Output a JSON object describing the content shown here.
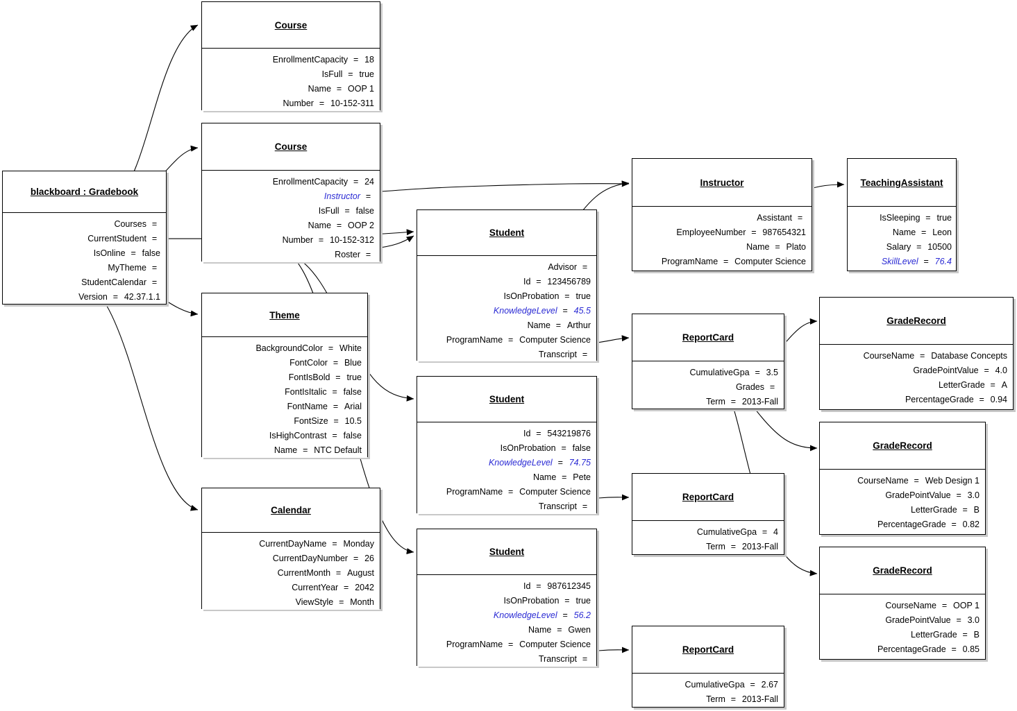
{
  "diagram": {
    "kind": "uml-object-diagram",
    "title_visible": false,
    "colors": {
      "box_border": "#000000",
      "box_fill": "#ffffff",
      "shadow": "#c8c8c8",
      "text": "#000000",
      "derived_member": "#2b2bd4",
      "connector": "#000000"
    }
  },
  "objects": [
    {
      "id": "gradebook",
      "name": "blackboard : Gradebook",
      "slots": [
        {
          "name": "Courses",
          "value": "",
          "link": true,
          "derived": false
        },
        {
          "name": "CurrentStudent",
          "value": "",
          "link": true,
          "derived": false
        },
        {
          "name": "IsOnline",
          "value": "false",
          "link": false,
          "derived": false
        },
        {
          "name": "MyTheme",
          "value": "",
          "link": true,
          "derived": false
        },
        {
          "name": "StudentCalendar",
          "value": "",
          "link": true,
          "derived": false
        },
        {
          "name": "Version",
          "value": "42.37.1.1",
          "link": false,
          "derived": false
        }
      ]
    },
    {
      "id": "course1",
      "name": "Course",
      "slots": [
        {
          "name": "EnrollmentCapacity",
          "value": "18",
          "link": false,
          "derived": false
        },
        {
          "name": "IsFull",
          "value": "true",
          "link": false,
          "derived": false
        },
        {
          "name": "Name",
          "value": "OOP 1",
          "link": false,
          "derived": false
        },
        {
          "name": "Number",
          "value": "10-152-311",
          "link": false,
          "derived": false
        }
      ]
    },
    {
      "id": "course2",
      "name": "Course",
      "slots": [
        {
          "name": "EnrollmentCapacity",
          "value": "24",
          "link": false,
          "derived": false
        },
        {
          "name": "Instructor",
          "value": "",
          "link": true,
          "derived": true
        },
        {
          "name": "IsFull",
          "value": "false",
          "link": false,
          "derived": false
        },
        {
          "name": "Name",
          "value": "OOP 2",
          "link": false,
          "derived": false
        },
        {
          "name": "Number",
          "value": "10-152-312",
          "link": false,
          "derived": false
        },
        {
          "name": "Roster",
          "value": "",
          "link": true,
          "derived": false
        }
      ]
    },
    {
      "id": "theme",
      "name": "Theme",
      "slots": [
        {
          "name": "BackgroundColor",
          "value": "White",
          "link": false,
          "derived": false
        },
        {
          "name": "FontColor",
          "value": "Blue",
          "link": false,
          "derived": false
        },
        {
          "name": "FontIsBold",
          "value": "true",
          "link": false,
          "derived": false
        },
        {
          "name": "FontIsItalic",
          "value": "false",
          "link": false,
          "derived": false
        },
        {
          "name": "FontName",
          "value": "Arial",
          "link": false,
          "derived": false
        },
        {
          "name": "FontSize",
          "value": "10.5",
          "link": false,
          "derived": false
        },
        {
          "name": "IsHighContrast",
          "value": "false",
          "link": false,
          "derived": false
        },
        {
          "name": "Name",
          "value": "NTC Default",
          "link": false,
          "derived": false
        }
      ]
    },
    {
      "id": "calendar",
      "name": "Calendar",
      "slots": [
        {
          "name": "CurrentDayName",
          "value": "Monday",
          "link": false,
          "derived": false
        },
        {
          "name": "CurrentDayNumber",
          "value": "26",
          "link": false,
          "derived": false
        },
        {
          "name": "CurrentMonth",
          "value": "August",
          "link": false,
          "derived": false
        },
        {
          "name": "CurrentYear",
          "value": "2042",
          "link": false,
          "derived": false
        },
        {
          "name": "ViewStyle",
          "value": "Month",
          "link": false,
          "derived": false
        }
      ]
    },
    {
      "id": "student1",
      "name": "Student",
      "slots": [
        {
          "name": "Advisor",
          "value": "",
          "link": true,
          "derived": false
        },
        {
          "name": "Id",
          "value": "123456789",
          "link": false,
          "derived": false
        },
        {
          "name": "IsOnProbation",
          "value": "true",
          "link": false,
          "derived": false
        },
        {
          "name": "KnowledgeLevel",
          "value": "45.5",
          "link": false,
          "derived": true
        },
        {
          "name": "Name",
          "value": "Arthur",
          "link": false,
          "derived": false
        },
        {
          "name": "ProgramName",
          "value": "Computer Science",
          "link": false,
          "derived": false
        },
        {
          "name": "Transcript",
          "value": "",
          "link": true,
          "derived": false
        }
      ]
    },
    {
      "id": "student2",
      "name": "Student",
      "slots": [
        {
          "name": "Id",
          "value": "543219876",
          "link": false,
          "derived": false
        },
        {
          "name": "IsOnProbation",
          "value": "false",
          "link": false,
          "derived": false
        },
        {
          "name": "KnowledgeLevel",
          "value": "74.75",
          "link": false,
          "derived": true
        },
        {
          "name": "Name",
          "value": "Pete",
          "link": false,
          "derived": false
        },
        {
          "name": "ProgramName",
          "value": "Computer Science",
          "link": false,
          "derived": false
        },
        {
          "name": "Transcript",
          "value": "",
          "link": true,
          "derived": false
        }
      ]
    },
    {
      "id": "student3",
      "name": "Student",
      "slots": [
        {
          "name": "Id",
          "value": "987612345",
          "link": false,
          "derived": false
        },
        {
          "name": "IsOnProbation",
          "value": "true",
          "link": false,
          "derived": false
        },
        {
          "name": "KnowledgeLevel",
          "value": "56.2",
          "link": false,
          "derived": true
        },
        {
          "name": "Name",
          "value": "Gwen",
          "link": false,
          "derived": false
        },
        {
          "name": "ProgramName",
          "value": "Computer Science",
          "link": false,
          "derived": false
        },
        {
          "name": "Transcript",
          "value": "",
          "link": true,
          "derived": false
        }
      ]
    },
    {
      "id": "instructor",
      "name": "Instructor",
      "slots": [
        {
          "name": "Assistant",
          "value": "",
          "link": true,
          "derived": false
        },
        {
          "name": "EmployeeNumber",
          "value": "987654321",
          "link": false,
          "derived": false
        },
        {
          "name": "Name",
          "value": "Plato",
          "link": false,
          "derived": false
        },
        {
          "name": "ProgramName",
          "value": "Computer Science",
          "link": false,
          "derived": false
        }
      ]
    },
    {
      "id": "ta",
      "name": "TeachingAssistant",
      "slots": [
        {
          "name": "IsSleeping",
          "value": "true",
          "link": false,
          "derived": false
        },
        {
          "name": "Name",
          "value": "Leon",
          "link": false,
          "derived": false
        },
        {
          "name": "Salary",
          "value": "10500",
          "link": false,
          "derived": false
        },
        {
          "name": "SkillLevel",
          "value": "76.4",
          "link": false,
          "derived": true
        }
      ]
    },
    {
      "id": "reportcard1",
      "name": "ReportCard",
      "slots": [
        {
          "name": "CumulativeGpa",
          "value": "3.5",
          "link": false,
          "derived": false
        },
        {
          "name": "Grades",
          "value": "",
          "link": true,
          "derived": false
        },
        {
          "name": "Term",
          "value": "2013-Fall",
          "link": false,
          "derived": false
        }
      ]
    },
    {
      "id": "reportcard2",
      "name": "ReportCard",
      "slots": [
        {
          "name": "CumulativeGpa",
          "value": "4",
          "link": false,
          "derived": false
        },
        {
          "name": "Term",
          "value": "2013-Fall",
          "link": false,
          "derived": false
        }
      ]
    },
    {
      "id": "reportcard3",
      "name": "ReportCard",
      "slots": [
        {
          "name": "CumulativeGpa",
          "value": "2.67",
          "link": false,
          "derived": false
        },
        {
          "name": "Term",
          "value": "2013-Fall",
          "link": false,
          "derived": false
        }
      ]
    },
    {
      "id": "graderecord1",
      "name": "GradeRecord",
      "slots": [
        {
          "name": "CourseName",
          "value": "Database Concepts",
          "link": false,
          "derived": false
        },
        {
          "name": "GradePointValue",
          "value": "4.0",
          "link": false,
          "derived": false
        },
        {
          "name": "LetterGrade",
          "value": "A",
          "link": false,
          "derived": false
        },
        {
          "name": "PercentageGrade",
          "value": "0.94",
          "link": false,
          "derived": false
        }
      ]
    },
    {
      "id": "graderecord2",
      "name": "GradeRecord",
      "slots": [
        {
          "name": "CourseName",
          "value": "Web Design 1",
          "link": false,
          "derived": false
        },
        {
          "name": "GradePointValue",
          "value": "3.0",
          "link": false,
          "derived": false
        },
        {
          "name": "LetterGrade",
          "value": "B",
          "link": false,
          "derived": false
        },
        {
          "name": "PercentageGrade",
          "value": "0.82",
          "link": false,
          "derived": false
        }
      ]
    },
    {
      "id": "graderecord3",
      "name": "GradeRecord",
      "slots": [
        {
          "name": "CourseName",
          "value": "OOP 1",
          "link": false,
          "derived": false
        },
        {
          "name": "GradePointValue",
          "value": "3.0",
          "link": false,
          "derived": false
        },
        {
          "name": "LetterGrade",
          "value": "B",
          "link": false,
          "derived": false
        },
        {
          "name": "PercentageGrade",
          "value": "0.85",
          "link": false,
          "derived": false
        }
      ]
    }
  ],
  "links": [
    {
      "from": "gradebook.Courses",
      "to": "course1"
    },
    {
      "from": "gradebook.Courses",
      "to": "course2"
    },
    {
      "from": "gradebook.CurrentStudent",
      "to": "student1"
    },
    {
      "from": "gradebook.MyTheme",
      "to": "theme"
    },
    {
      "from": "gradebook.StudentCalendar",
      "to": "calendar"
    },
    {
      "from": "course2.Instructor",
      "to": "instructor"
    },
    {
      "from": "course2.Roster",
      "to": "student1"
    },
    {
      "from": "course2.Roster",
      "to": "student2"
    },
    {
      "from": "course2.Roster",
      "to": "student3"
    },
    {
      "from": "student1.Advisor",
      "to": "instructor"
    },
    {
      "from": "student1.Transcript",
      "to": "reportcard1"
    },
    {
      "from": "student2.Transcript",
      "to": "reportcard2"
    },
    {
      "from": "student3.Transcript",
      "to": "reportcard3"
    },
    {
      "from": "instructor.Assistant",
      "to": "ta"
    },
    {
      "from": "reportcard1.Grades",
      "to": "graderecord1"
    },
    {
      "from": "reportcard1.Grades",
      "to": "graderecord2"
    },
    {
      "from": "reportcard1.Grades",
      "to": "graderecord3"
    }
  ]
}
